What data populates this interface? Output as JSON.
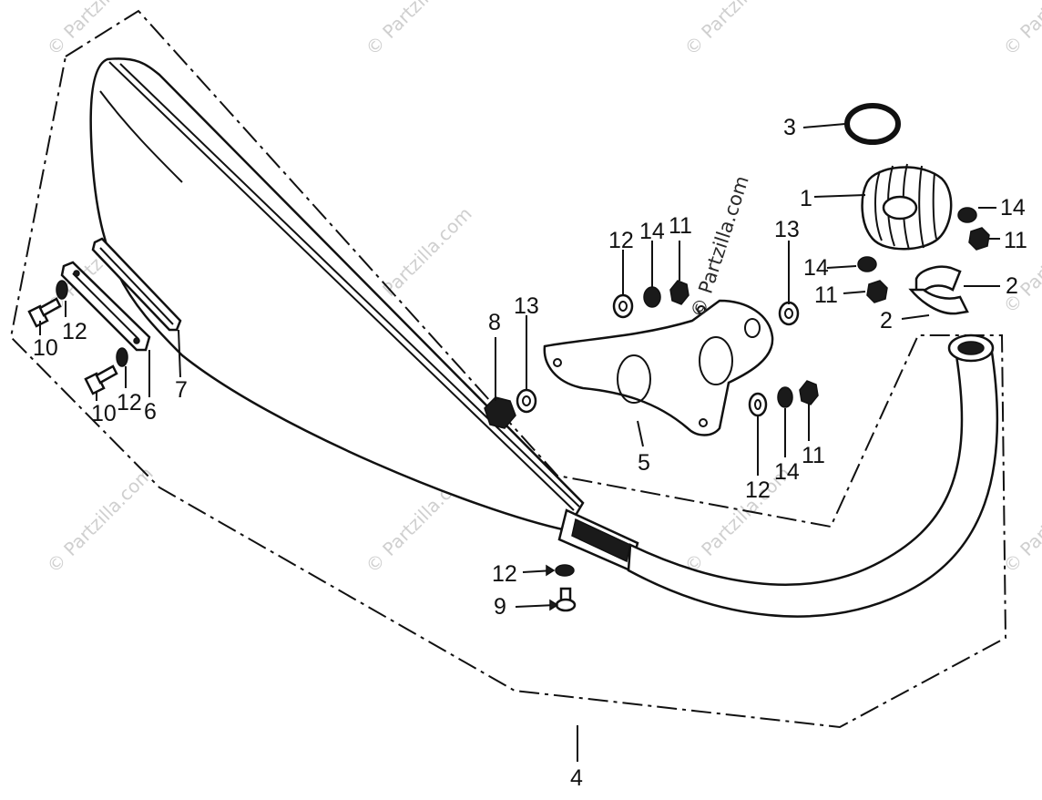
{
  "colors": {
    "ink": "#111111",
    "watermark": "#cfcfcf",
    "background": "#ffffff"
  },
  "watermarks": {
    "text": "© Partzilla.com",
    "inline": "© Partzilla.com"
  },
  "callouts": {
    "c1": "1",
    "c2a": "2",
    "c2b": "2",
    "c3": "3",
    "c4": "4",
    "c5": "5",
    "c6": "6",
    "c7": "7",
    "c8": "8",
    "c9": "9",
    "c10a": "10",
    "c10b": "10",
    "c11a": "11",
    "c11b": "11",
    "c11c": "11",
    "c11d": "11",
    "c12a": "12",
    "c12b": "12",
    "c12c": "12",
    "c12d": "12",
    "c12e": "12",
    "c13a": "13",
    "c13b": "13",
    "c14a": "14",
    "c14b": "14",
    "c14c": "14",
    "c14d": "14"
  }
}
